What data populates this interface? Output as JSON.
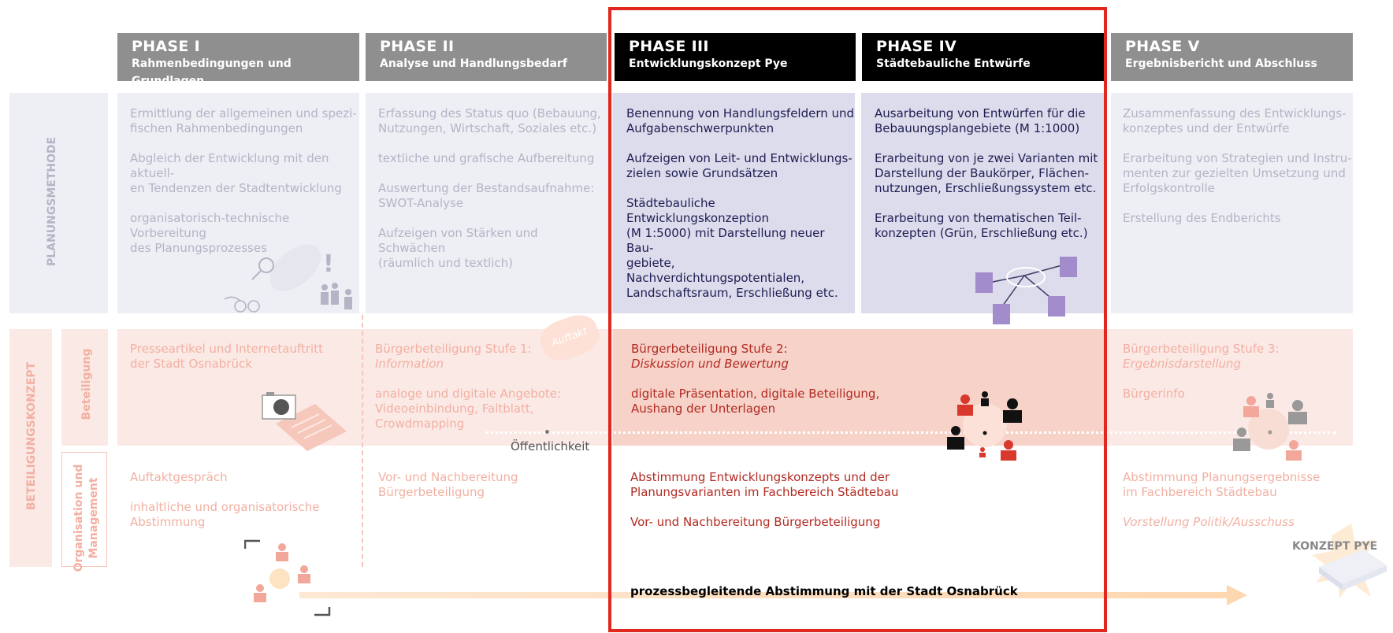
{
  "phases": [
    {
      "title": "PHASE I",
      "subtitle": "Rahmenbedingungen und Grundlagen"
    },
    {
      "title": "PHASE II",
      "subtitle": "Analyse und Handlungsbedarf"
    },
    {
      "title": "PHASE III",
      "subtitle": "Entwicklungskonzept Pye"
    },
    {
      "title": "PHASE IV",
      "subtitle": "Städtebauliche Entwürfe"
    },
    {
      "title": "PHASE V",
      "subtitle": "Ergebnisbericht und Abschluss"
    }
  ],
  "rows": {
    "planungsmethode": "PLANUNGSMETHODE",
    "beteiligungskonzept": "BETEILIGUNGSKONZEPT",
    "beteiligung": "Beteiligung",
    "organisation_line1": "Organisation und",
    "organisation_line2": "Management"
  },
  "planning": {
    "p1": [
      "Ermittlung der allgemeinen und spezi-\nfischen Rahmenbedingungen",
      "Abgleich der Entwicklung mit den aktuell-\nen Tendenzen der Stadtentwicklung",
      "organisatorisch-technische Vorbereitung\ndes Planungsprozesses"
    ],
    "p2": [
      "Erfassung des Status quo (Bebauung,\nNutzungen, Wirtschaft, Soziales etc.)",
      "textliche und grafische Aufbereitung",
      "Auswertung der Bestandsaufnahme:\nSWOT-Analyse",
      "Aufzeigen von Stärken und Schwächen\n(räumlich und textlich)"
    ],
    "p3": [
      "Benennung von Handlungsfeldern und\nAufgabenschwerpunkten",
      "Aufzeigen von Leit- und Entwicklungs-\nzielen sowie Grundsätzen",
      "Städtebauliche Entwicklungskonzeption\n(M 1:5000) mit Darstellung neuer Bau-\ngebiete, Nachverdichtungspotentialen,\nLandschaftsraum, Erschließung etc."
    ],
    "p4": [
      "Ausarbeitung von Entwürfen für die\nBebauungsplangebiete (M 1:1000)",
      "Erarbeitung von je zwei Varianten mit\nDarstellung der Baukörper, Flächen-\nnutzungen, Erschließungssystem etc.",
      "Erarbeitung von thematischen Teil-\nkonzepten (Grün, Erschließung etc.)"
    ],
    "p5": [
      "Zusammenfassung des Entwicklungs-\nkonzeptes und der Entwürfe",
      "Erarbeitung von Strategien und Instru-\nmenten zur gezielten Umsetzung und\nErfolgskontrolle",
      "Erstellung des Endberichts"
    ]
  },
  "beteiligung": {
    "p1": "Presseartikel und Internetauftritt\nder Stadt Osnabrück",
    "p2_title": "Bürgerbeteiligung Stufe 1:",
    "p2_sub": "Information",
    "p2_body": "analoge und digitale Angebote:\nVideoeinbindung, Faltblatt,\nCrowdmapping",
    "auftakt": "Auftakt",
    "oeffentlichkeit": "Öffentlichkeit",
    "p3_title": "Bürgerbeteiligung Stufe 2:",
    "p3_sub": "Diskussion und Bewertung",
    "p3_body": "digitale Präsentation, digitale Beteiligung,\nAushang der Unterlagen",
    "p5_title": "Bürgerbeteiligung Stufe 3:",
    "p5_sub": "Ergebnisdarstellung",
    "p5_body": "Bürgerinfo"
  },
  "organisation": {
    "p1": [
      "Auftaktgespräch",
      "inhaltliche und organisatorische\nAbstimmung"
    ],
    "p2": "Vor- und Nachbereitung\nBürgerbeteiligung",
    "p3": [
      "Abstimmung  Entwicklungskonzepts und der\nPlanungsvarianten im Fachbereich Städtebau",
      "Vor- und Nachbereitung Bürgerbeteiligung"
    ],
    "p5": [
      "Abstimmung Planungsergebnisse\nim Fachbereich Städtebau",
      "Vorstellung Politik/Ausschuss"
    ]
  },
  "bottom_line": "prozessbegleitende Abstimmung mit der Stadt Osnabrück",
  "konzept_label": "KONZEPT PYE",
  "colors": {
    "phase_grey": "#8f8f8f",
    "phase_black": "#000000",
    "highlight_red": "#e0281e",
    "planning_bg": "#eeeef5",
    "planning_bg_active": "#dcdcec",
    "beteiligung_bg": "#fbe9e5",
    "beteiligung_bg_active": "#f6d2c8"
  }
}
